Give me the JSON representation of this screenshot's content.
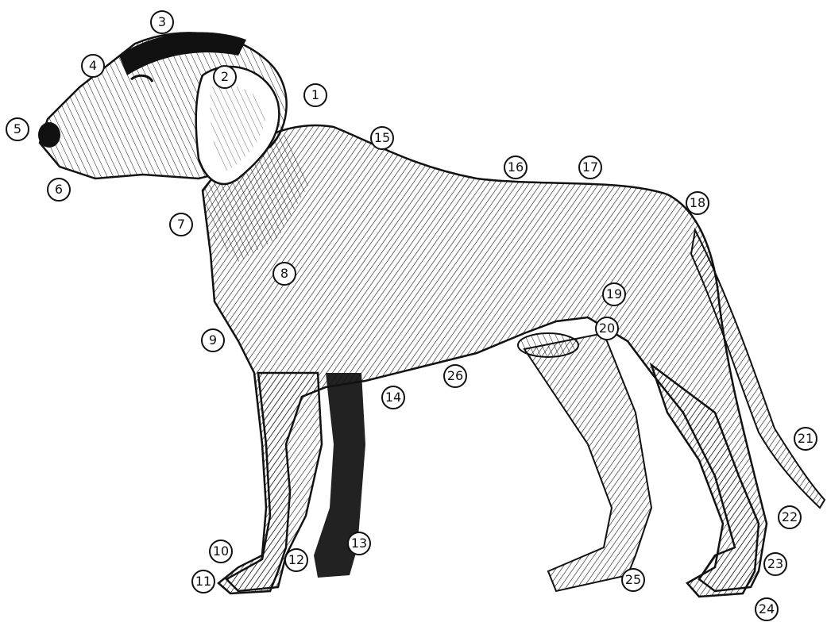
{
  "diagram": {
    "subject": "dog anatomy line drawing",
    "ink_color": "#111111",
    "background": "#ffffff"
  },
  "callouts": [
    "1",
    "2",
    "3",
    "4",
    "5",
    "6",
    "7",
    "8",
    "9",
    "10",
    "11",
    "12",
    "13",
    "14",
    "15",
    "16",
    "17",
    "18",
    "19",
    "20",
    "21",
    "22",
    "23",
    "24",
    "25",
    "26"
  ]
}
